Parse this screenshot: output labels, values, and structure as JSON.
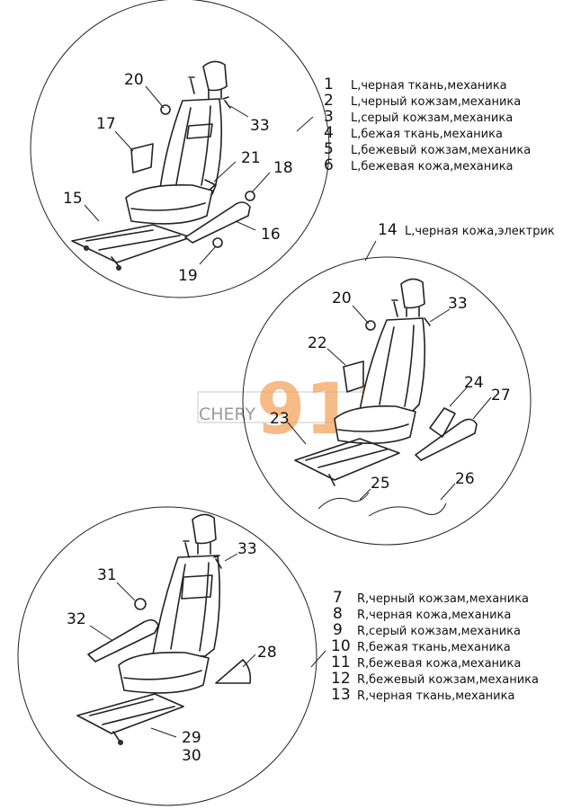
{
  "watermark": {
    "brand": "CHERY",
    "number": "911",
    "accent": "#f4a460"
  },
  "legend_top": [
    {
      "num": "1",
      "text": "L,черная ткань,механика"
    },
    {
      "num": "2",
      "text": "L,черный кожзам,механика"
    },
    {
      "num": "3",
      "text": "L,серый кожзам,механика"
    },
    {
      "num": "4",
      "text": "L,бежая ткань,механика"
    },
    {
      "num": "5",
      "text": "L,бежевый кожзам,механика"
    },
    {
      "num": "6",
      "text": "L,бежевая кожа,механика"
    }
  ],
  "legend_middle": {
    "num": "14",
    "text": "L,черная кожа,электрик"
  },
  "legend_bottom": [
    {
      "num": "7",
      "text": "R,черный кожзам,механика"
    },
    {
      "num": "8",
      "text": "R,черная кожа,механика"
    },
    {
      "num": "9",
      "text": "R,серый кожзам,механика"
    },
    {
      "num": "10",
      "text": "R,бежая ткань,механика"
    },
    {
      "num": "11",
      "text": "R,бежевая кожа,механика"
    },
    {
      "num": "12",
      "text": "R,бежевый кожзам,механика"
    },
    {
      "num": "13",
      "text": "R,черная ткань,механика"
    }
  ],
  "callouts_top": [
    "20",
    "33",
    "17",
    "21",
    "18",
    "15",
    "16",
    "19"
  ],
  "callouts_middle": [
    "20",
    "33",
    "22",
    "24",
    "27",
    "23",
    "25",
    "26"
  ],
  "callouts_bottom": [
    "33",
    "31",
    "32",
    "28",
    "29",
    "30"
  ]
}
